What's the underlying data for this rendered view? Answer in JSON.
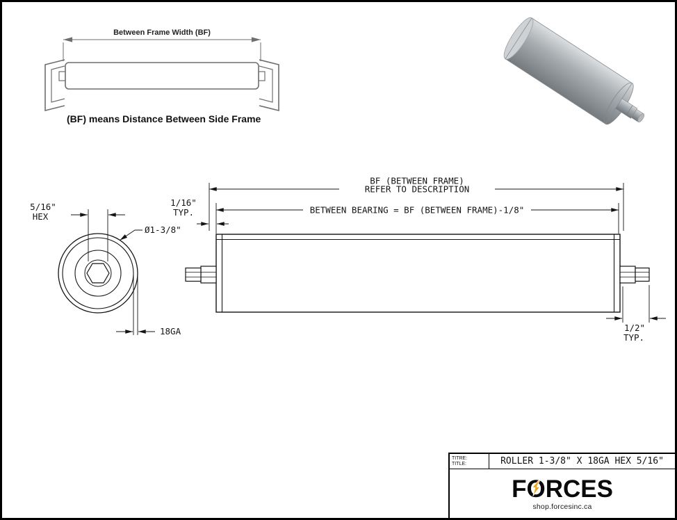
{
  "legend": {
    "dim_label": "Between Frame Width (BF)",
    "caption": "(BF) means Distance Between Side Frame"
  },
  "end_view": {
    "hex_size": "5/16\"",
    "hex_word": "HEX",
    "diameter": "Ø1-3/8\"",
    "gauge": "18GA"
  },
  "side_view": {
    "bf_label_line1": "BF (BETWEEN FRAME)",
    "bf_label_line2": "REFER TO DESCRIPTION",
    "between_bearing_label": "BETWEEN BEARING = BF (BETWEEN FRAME)-1/8\"",
    "left_offset": "1/16\"",
    "left_offset_typ": "TYP.",
    "right_offset": "1/2\"",
    "right_offset_typ": "TYP."
  },
  "title_block": {
    "label_fr": "TITRE:",
    "label_en": "TITLE:",
    "part_name": "ROLLER 1-3/8\" X 18GA HEX 5/16\"",
    "logo_f": "F",
    "logo_o": "O",
    "logo_rest": "RCES",
    "website": "shop.forcesinc.ca"
  },
  "icons": {
    "logo_bolt": "lightning-bolt"
  },
  "colors": {
    "line": "#141414",
    "inset_line": "#6e6e6e",
    "accent_gold": "#f0a513",
    "roller_gray": "#a9aeb2"
  }
}
